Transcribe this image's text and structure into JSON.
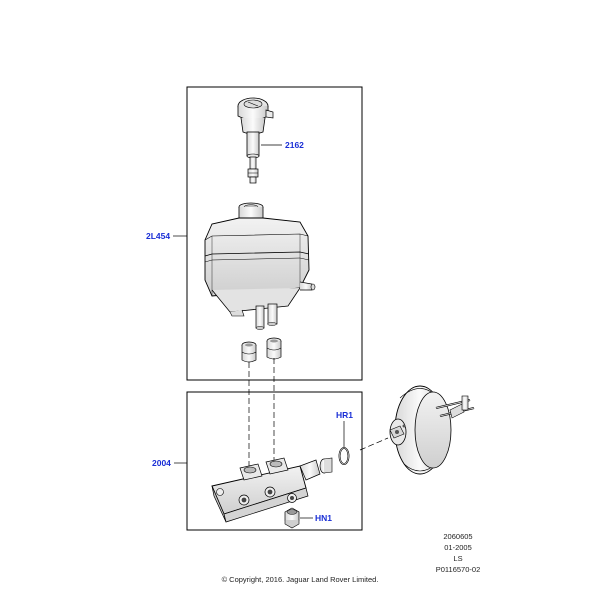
{
  "callouts": {
    "c2162": "2162",
    "c2L454": "2L454",
    "c2004": "2004",
    "cHR1": "HR1",
    "cHN1": "HN1"
  },
  "meta": {
    "code1": "2060605",
    "date": "01-2005",
    "ls": "LS",
    "ref": "P0116570-02"
  },
  "copyright": "© Copyright, 2016. Jaguar Land Rover Limited.",
  "colors": {
    "callout": "#1a2fd6",
    "line": "#000000",
    "part_fill": "#f4f4f4",
    "part_shade": "#cfcfcf"
  }
}
